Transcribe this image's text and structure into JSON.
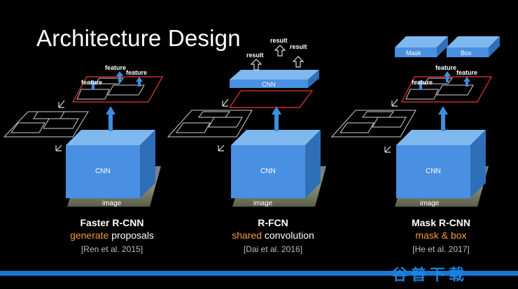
{
  "title": "Architecture Design",
  "labels": {
    "cnn": "CNN",
    "image": "image",
    "feature": "feature",
    "result": "result",
    "mask": "Mask",
    "box": "Box"
  },
  "columns": [
    {
      "name": "Faster R-CNN",
      "highlight": "generate",
      "rest": " proposals",
      "ref": "[Ren et al. 2015]"
    },
    {
      "name": "R-FCN",
      "highlight": "shared",
      "rest": " convolution",
      "ref": "[Dai et al. 2016]"
    },
    {
      "name": "Mask R-CNN",
      "highlight": "mask & box",
      "rest": "",
      "ref": "[He et al. 2017]"
    }
  ],
  "watermark": "谷普下载",
  "colors": {
    "cnn_front": "#4a90e2",
    "cnn_top": "#7fb8ef",
    "cnn_side": "#2f6fb8",
    "arrow": "#3d8de0",
    "roi_border": "#e53935",
    "accent_orange": "#f39a3a",
    "bar": "#1976d2"
  }
}
